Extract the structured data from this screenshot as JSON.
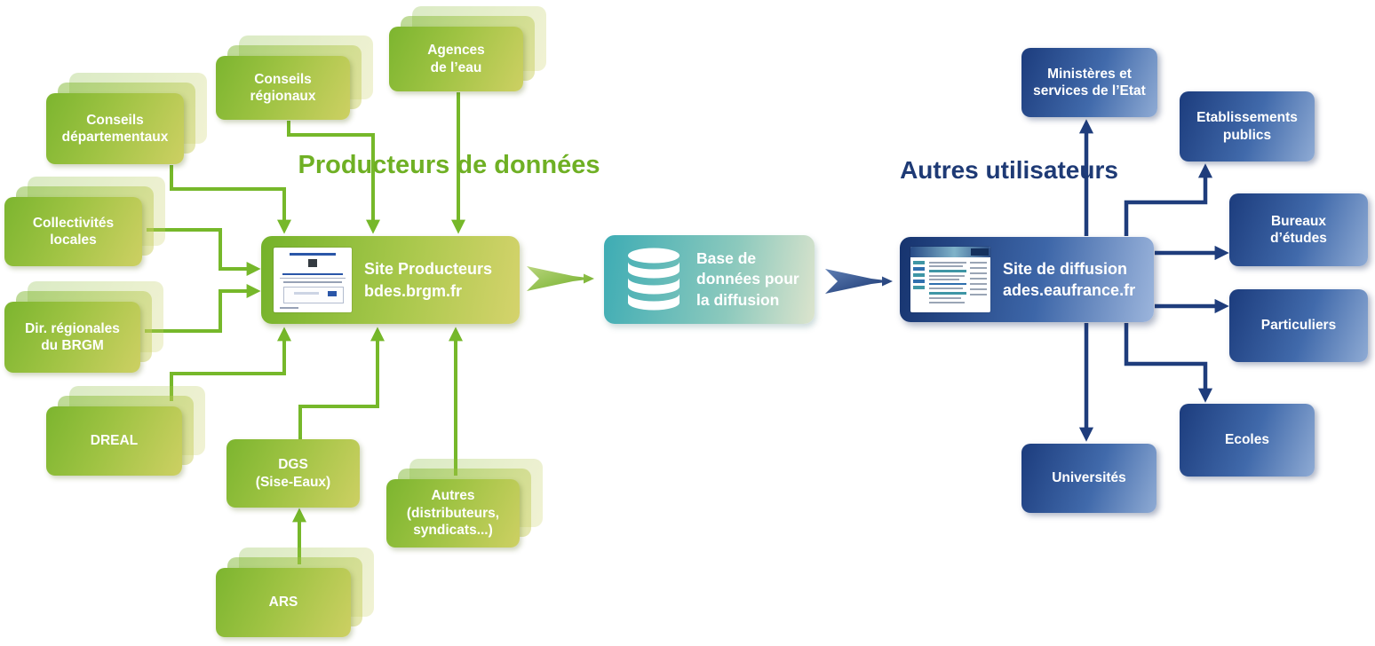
{
  "titles": {
    "producers": "Producteurs de données",
    "users": "Autres utilisateurs"
  },
  "producers": [
    {
      "id": "conseils-departementaux",
      "label": "Conseils\ndépartementaux"
    },
    {
      "id": "conseils-regionaux",
      "label": "Conseils\nrégionaux"
    },
    {
      "id": "agences-eau",
      "label": "Agences\nde l’eau"
    },
    {
      "id": "collectivites-locales",
      "label": "Collectivités\nlocales"
    },
    {
      "id": "dir-regionales-brgm",
      "label": "Dir. régionales\ndu BRGM"
    },
    {
      "id": "dreal",
      "label": "DREAL"
    },
    {
      "id": "dgs-sise-eaux",
      "label": "DGS\n(Sise-Eaux)"
    },
    {
      "id": "autres",
      "label": "Autres\n(distributeurs,\nsyndicats...)"
    },
    {
      "id": "ars",
      "label": "ARS"
    }
  ],
  "hubs": {
    "producers_site": {
      "label": "Site Producteurs\nbdes.brgm.fr"
    },
    "database": {
      "label": "Base de\ndonnées pour\nla diffusion"
    },
    "diffusion_site": {
      "label": "Site de diffusion\nades.eaufrance.fr"
    }
  },
  "users": [
    {
      "id": "ministeres",
      "label": "Ministères et\nservices de l’Etat"
    },
    {
      "id": "etablissements-publics",
      "label": "Etablissements\npublics"
    },
    {
      "id": "bureaux-etudes",
      "label": "Bureaux\nd’études"
    },
    {
      "id": "particuliers",
      "label": "Particuliers"
    },
    {
      "id": "ecoles",
      "label": "Ecoles"
    },
    {
      "id": "universites",
      "label": "Universités"
    }
  ],
  "colors": {
    "producer_green": "#76b82a",
    "user_navy": "#1f3d7c",
    "database_teal": "#3dacb4"
  }
}
